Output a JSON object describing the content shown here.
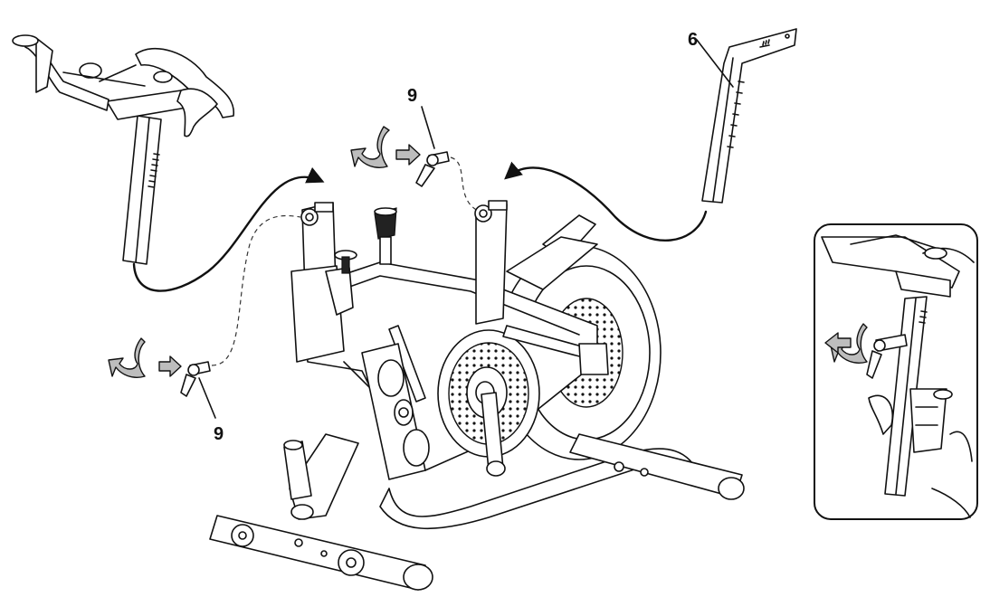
{
  "callouts": {
    "part_6": "6",
    "part_9_upper": "9",
    "part_9_lower": "9"
  },
  "colors": {
    "line": "#111111",
    "arrow_fill": "#bdbdbd",
    "background": "#ffffff"
  },
  "icons": [
    "rotate-arrow-icon",
    "push-arrow-icon",
    "pop-pin-knob-icon",
    "curved-placement-arrow-icon"
  ]
}
